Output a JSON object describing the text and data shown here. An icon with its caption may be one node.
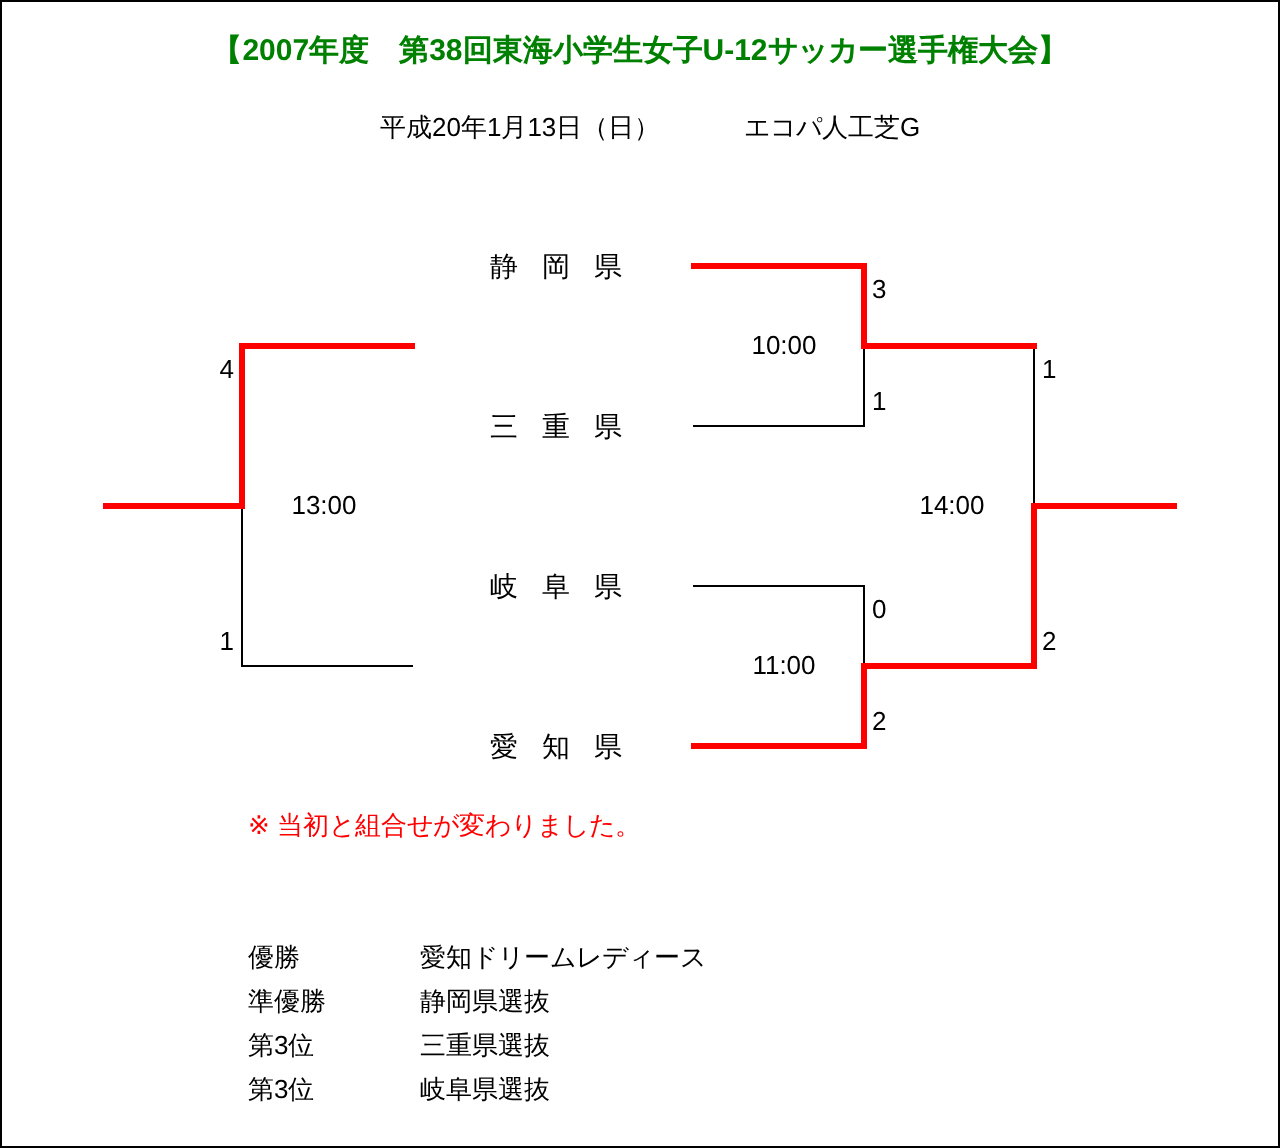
{
  "diagram": {
    "title": "【2007年度　第38回東海小学生女子U-12サッカー選手権大会】",
    "nodes": [
      {
        "text": [
          "静岡県"
        ]
      },
      {
        "text": [
          "10:00"
        ]
      },
      {
        "text": [
          "三重県"
        ]
      },
      {
        "text": [
          "13:00"
        ]
      },
      {
        "text": [
          "14:00"
        ]
      },
      {
        "text": [
          "岐阜県"
        ]
      },
      {
        "text": [
          "11:00"
        ]
      },
      {
        "text": [
          "愛知県"
        ]
      }
    ],
    "edges": [
      {
        "from": 0,
        "to": 1,
        "arrow": "none",
        "label": "3"
      },
      {
        "from": 2,
        "to": 1,
        "arrow": "none",
        "label": "1",
        "color": "#000000"
      },
      {
        "from": 5,
        "to": 6,
        "arrow": "none",
        "label": "0",
        "color": "#000000"
      },
      {
        "from": 7,
        "to": 6,
        "arrow": "none",
        "label": "2"
      },
      {
        "from": 1,
        "to": 4,
        "arrow": "none",
        "label": "1",
        "color": "#000000"
      },
      {
        "from": 6,
        "to": 4,
        "arrow": "none",
        "label": "2"
      },
      {
        "from": 4,
        "to": null,
        "arrow": "none"
      },
      {
        "from": null,
        "to": 3,
        "arrow": "none",
        "label": "4"
      },
      {
        "from": null,
        "to": 3,
        "arrow": "none",
        "label": "1",
        "color": "#000000"
      },
      {
        "from": 3,
        "to": null,
        "arrow": "none"
      }
    ],
    "labels": [
      "平成20年1月13日（日）",
      "エコパ人工芝G",
      "※ 当初と組合せが変わりました。",
      "優勝",
      "愛知ドリームレディース",
      "準優勝",
      "静岡県選抜",
      "第3位",
      "三重県選抜",
      "第3位",
      "岐阜県選抜"
    ]
  }
}
